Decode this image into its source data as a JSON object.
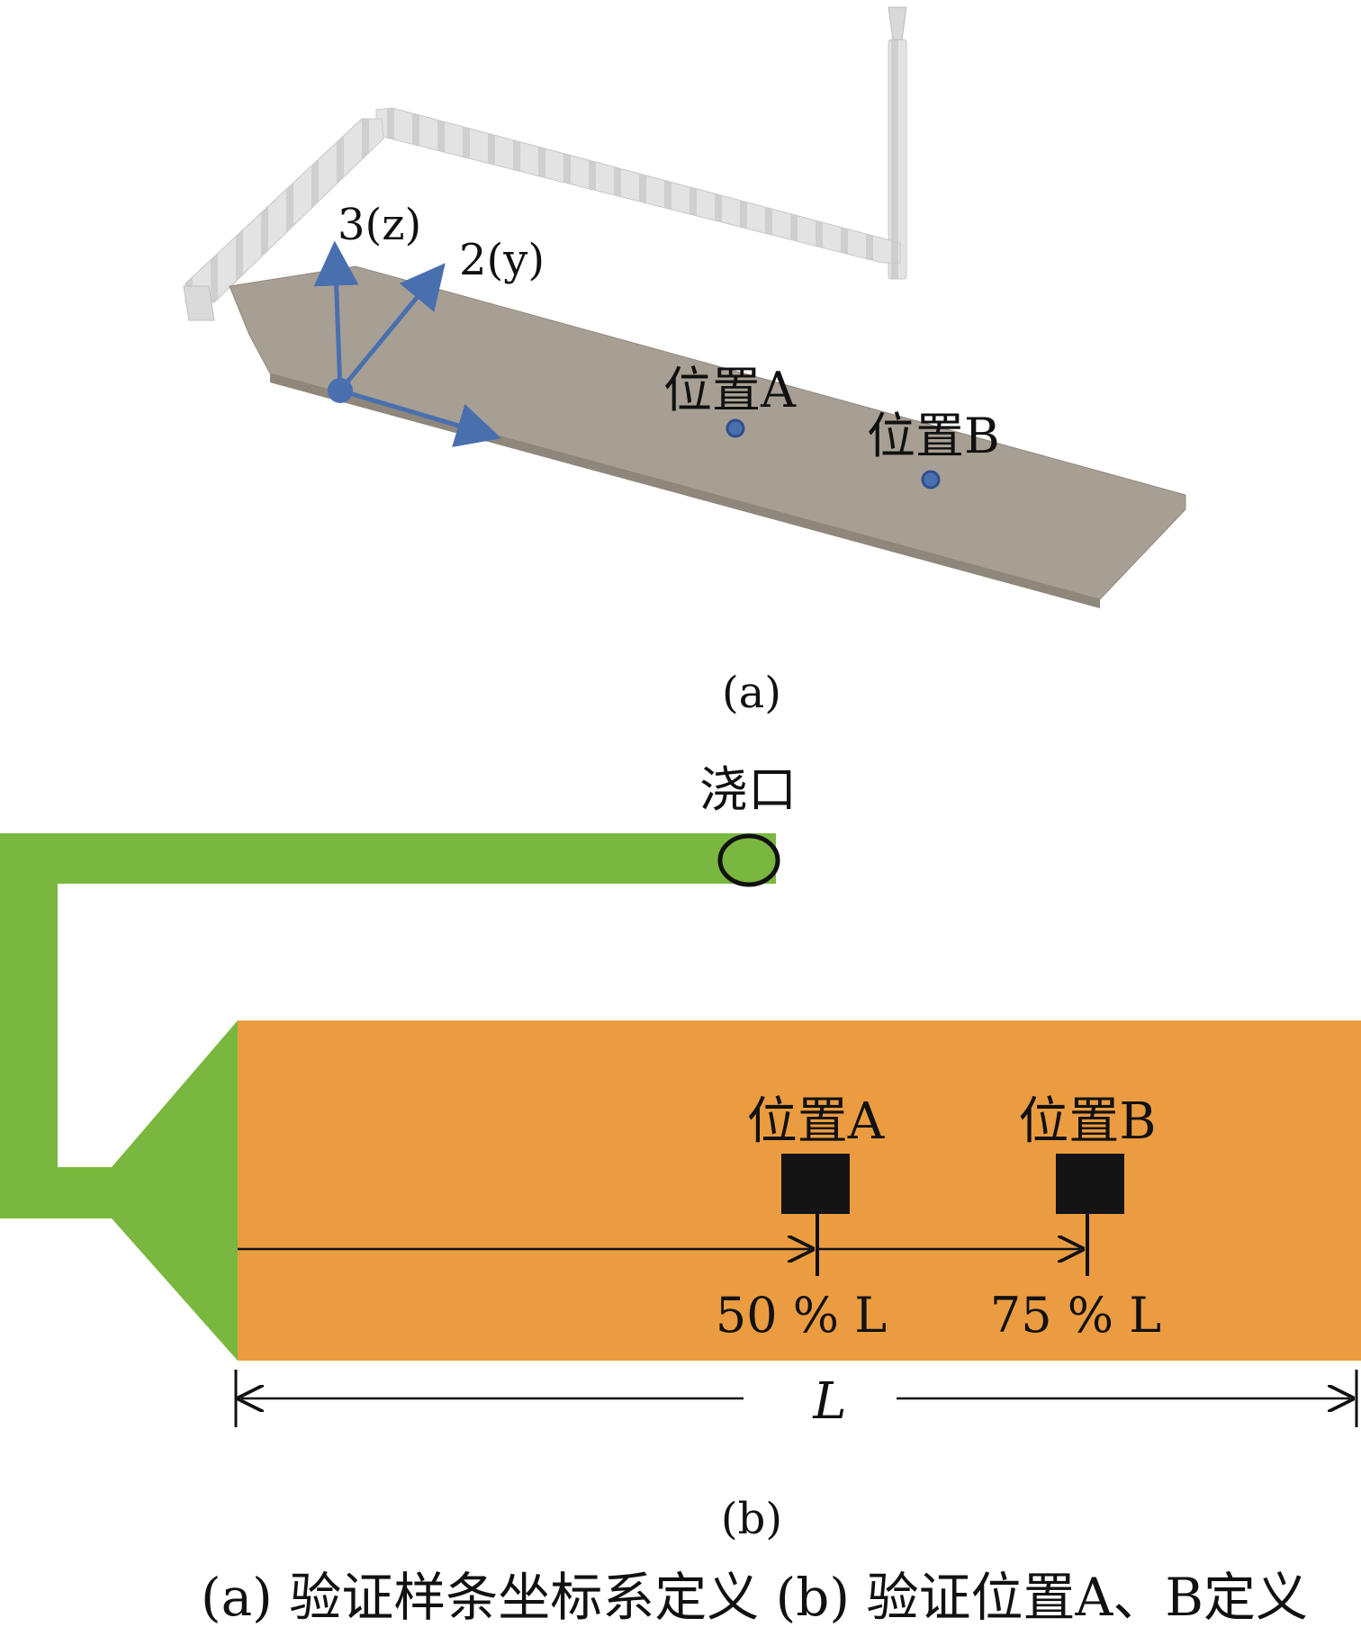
{
  "panel_a": {
    "axis_z_label": "3(z)",
    "axis_y_label": "2(y)",
    "location_a_label": "位置A",
    "location_b_label": "位置B",
    "sublabel": "(a)"
  },
  "panel_b": {
    "gate_label": "浇口",
    "location_a_label": "位置A",
    "location_b_label": "位置B",
    "marker_a_label": "50 % L",
    "marker_b_label": "75 % L",
    "length_label": "L",
    "sublabel": "(b)"
  },
  "caption": "(a) 验证样条坐标系定义   (b) 验证位置A、B定义",
  "colors": {
    "runner_gray": "#dcdcdc",
    "part_gray": "#a79f93",
    "axis_blue": "#4a6faf",
    "runner_green": "#7ab73f",
    "part_orange": "#eb9c40",
    "marker_black": "#141414"
  }
}
